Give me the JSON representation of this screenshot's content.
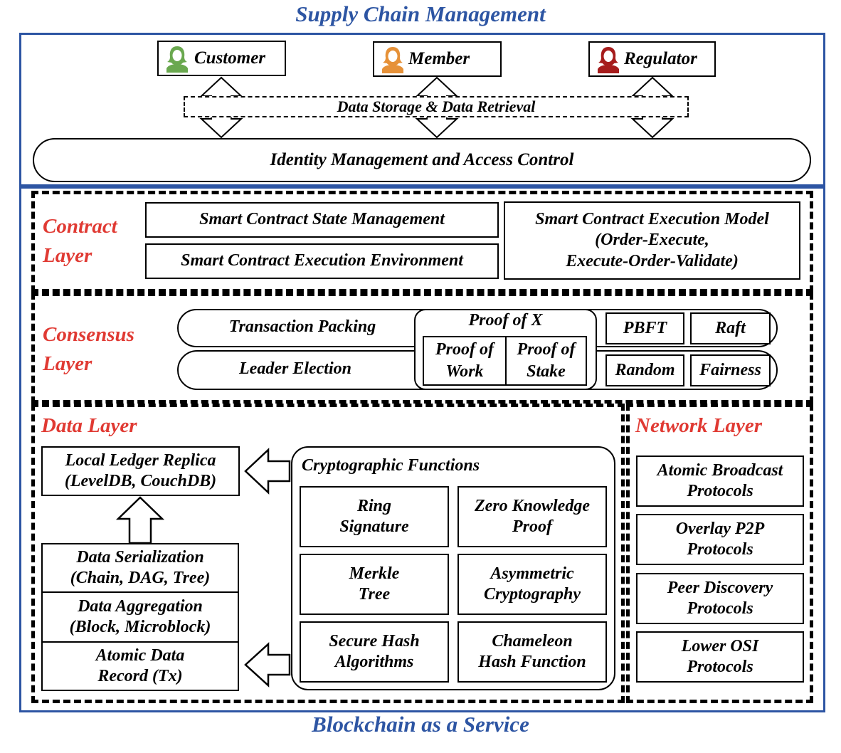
{
  "titles": {
    "top": "Supply Chain Management",
    "bottom": "Blockchain as a Service"
  },
  "users": [
    {
      "label": "Customer",
      "icon": "customer-icon",
      "color": "#6aa84f"
    },
    {
      "label": "Member",
      "icon": "member-icon",
      "color": "#e69138"
    },
    {
      "label": "Regulator",
      "icon": "regulator-icon",
      "color": "#a61c1c"
    }
  ],
  "storage_label": "Data Storage & Data Retrieval",
  "identity_label": "Identity Management and Access Control",
  "contract_layer": {
    "title_line1": "Contract",
    "title_line2": "Layer",
    "state_management": "Smart Contract State Management",
    "execution_environment": "Smart Contract Execution Environment",
    "execution_model_line1": "Smart Contract Execution Model",
    "execution_model_line2": "(Order-Execute,",
    "execution_model_line3": "Execute-Order-Validate)"
  },
  "consensus_layer": {
    "title_line1": "Consensus",
    "title_line2": "Layer",
    "transaction_packing": "Transaction Packing",
    "leader_election": "Leader Election",
    "proof_of_x": "Proof of X",
    "pow_line1": "Proof of",
    "pow_line2": "Work",
    "pos_line1": "Proof of",
    "pos_line2": "Stake",
    "pbft": "PBFT",
    "raft": "Raft",
    "random": "Random",
    "fairness": "Fairness"
  },
  "data_layer": {
    "title": "Data Layer",
    "ledger_line1": "Local Ledger Replica",
    "ledger_line2": "(LevelDB, CouchDB)",
    "serialization_line1": "Data Serialization",
    "serialization_line2": "(Chain, DAG, Tree)",
    "aggregation_line1": "Data Aggregation",
    "aggregation_line2": "(Block, Microblock)",
    "record_line1": "Atomic Data",
    "record_line2": "Record (Tx)",
    "crypto_title": "Cryptographic Functions",
    "crypto_items": [
      {
        "line1": "Ring",
        "line2": "Signature"
      },
      {
        "line1": "Zero Knowledge",
        "line2": "Proof"
      },
      {
        "line1": "Merkle",
        "line2": "Tree"
      },
      {
        "line1": "Asymmetric",
        "line2": "Cryptography"
      },
      {
        "line1": "Secure Hash",
        "line2": "Algorithms"
      },
      {
        "line1": "Chameleon",
        "line2": "Hash Function"
      }
    ]
  },
  "network_layer": {
    "title": "Network Layer",
    "protocols": [
      {
        "line1": "Atomic Broadcast",
        "line2": "Protocols"
      },
      {
        "line1": "Overlay P2P",
        "line2": "Protocols"
      },
      {
        "line1": "Peer Discovery",
        "line2": "Protocols"
      },
      {
        "line1": "Lower OSI",
        "line2": "Protocols"
      }
    ]
  }
}
